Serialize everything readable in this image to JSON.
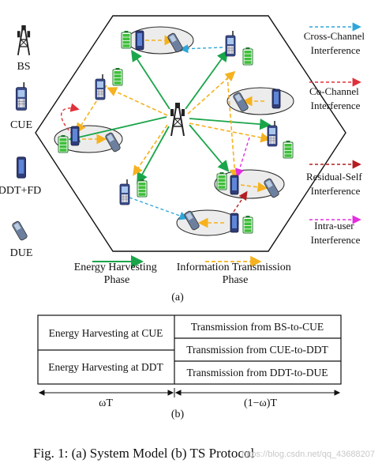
{
  "legend_left": {
    "bs": "BS",
    "cue": "CUE",
    "ddt_fd": "DDT+FD",
    "due": "DUE"
  },
  "legend_right": {
    "cross_channel": "Cross-Channel Interference",
    "co_channel": "Co-Channel Interference",
    "residual_self": "Residual-Self Interference",
    "intra_user": "Intra-user Interference"
  },
  "legend_bottom": {
    "energy_harvesting": "Energy Harvesting Phase",
    "information_transmission": "Information Transmission Phase"
  },
  "labels": {
    "a": "(a)",
    "b": "(b)"
  },
  "protocol": {
    "left_cells": [
      "Energy Harvesting at CUE",
      "Energy Harvesting at DDT"
    ],
    "right_cells": [
      "Transmission from BS-to-CUE",
      "Transmission from CUE-to-DDT",
      "Transmission from DDT-to-DUE"
    ],
    "time_left": "ωT",
    "time_right": "(1−ω)T"
  },
  "caption": "Fig. 1: (a) System Model (b) TS Protocol",
  "watermark": "https://blog.csdn.net/qq_43688207",
  "colors": {
    "energy": "#1aa54a",
    "info": "#f5b21e",
    "cross": "#2fa6d8",
    "cochannel": "#e0303a",
    "residual": "#b51d22",
    "intra": "#e22ee0"
  }
}
